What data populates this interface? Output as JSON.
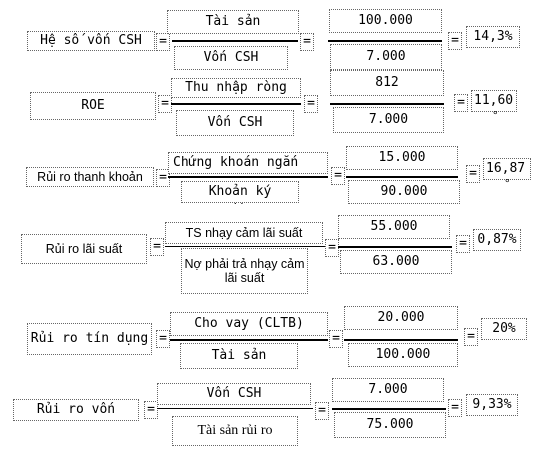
{
  "rows": [
    {
      "label": "Hệ số vốn CSH",
      "numerator": "Tài sản",
      "denominator": "Vốn CSH",
      "value_numerator": "100.000",
      "value_denominator": "7.000",
      "result": "14,3%"
    },
    {
      "label": "ROE",
      "numerator": "Thu nhập ròng",
      "denominator": "Vốn CSH",
      "value_numerator": "812",
      "value_denominator": "7.000",
      "result": "11,60"
    },
    {
      "label": "Rủi ro thanh khoản",
      "numerator": "Chứng khoán ngắn",
      "denominator": "Khoản ký",
      "value_numerator": "15.000",
      "value_denominator": "90.000",
      "result": "16,87"
    },
    {
      "label": "Rủi ro lãi suất",
      "numerator": "TS nhạy cảm lãi suất",
      "denominator": "Nợ phải trả nhạy cảm lãi suất",
      "value_numerator": "55.000",
      "value_denominator": "63.000",
      "result": "0,87%"
    },
    {
      "label": "Rủi ro tín dụng",
      "numerator": "Cho vay (CLTB)",
      "denominator": "Tài sản",
      "value_numerator": "20.000",
      "value_denominator": "100.000",
      "result": "20%"
    },
    {
      "label": "Rủi ro vốn",
      "numerator": "Vốn CSH",
      "denominator": "Tài sản rủi ro",
      "value_numerator": "7.000",
      "value_denominator": "75.000",
      "result": "9,33%"
    }
  ],
  "equals_sign": "="
}
